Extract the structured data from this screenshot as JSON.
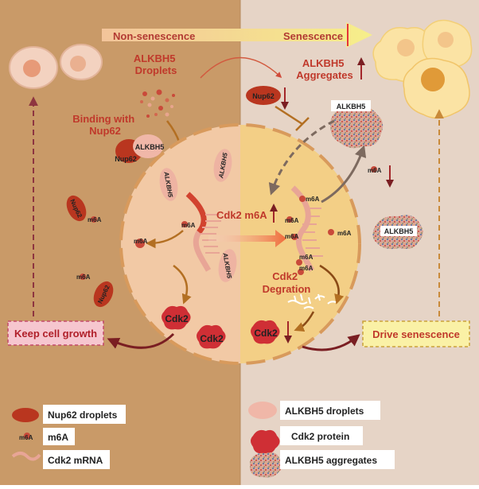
{
  "header": {
    "non_senescence": "Non-senescence",
    "senescence": "Senescence"
  },
  "left": {
    "alkbh5_droplets_line1": "ALKBH5",
    "alkbh5_droplets_line2": "Droplets",
    "binding_line1": "Binding with",
    "binding_line2": "Nup62",
    "complex_alkbh5": "ALKBH5",
    "complex_nup62": "Nup62",
    "nup62_label": "Nup62",
    "m6a_label": "m6A",
    "alkbh5_label": "ALKBH5",
    "cdk2": "Cdk2",
    "keep_cell_growth": "Keep cell growth"
  },
  "center": {
    "cdk2_m6a": "Cdk2 m6A"
  },
  "right": {
    "alkbh5_aggregates_line1": "ALKBH5",
    "alkbh5_aggregates_line2": "Aggregates",
    "nup62": "Nup62",
    "alkbh5_box": "ALKBH5",
    "m6a_label": "m6A",
    "alkbh5_box2": "ALKBH5",
    "cdk2_degration_line1": "Cdk2",
    "cdk2_degration_line2": "Degration",
    "cdk2": "Cdk2",
    "drive_senescence": "Drive senescence"
  },
  "legend": {
    "nup62_droplets": "Nup62 droplets",
    "m6a": "m6A",
    "cdk2_mrna": "Cdk2 mRNA",
    "alkbh5_droplets": "ALKBH5 droplets",
    "cdk2_protein": "Cdk2 protein",
    "alkbh5_aggregates": "ALKBH5 aggregates"
  },
  "colors": {
    "left_bg": "#c99a68",
    "right_bg": "#e6d4c6",
    "nucleus_left": "#f2c9a5",
    "nucleus_right": "#f3cf86",
    "dark_red": "#a3262a",
    "brown_arrow": "#b36f22",
    "maroon_arrow": "#7a1e22",
    "nup62_red": "#b9361f",
    "pink_droplet": "#e9a99a",
    "keep_growth_box": "#f6c6cf",
    "drive_box": "#faf1a6"
  }
}
